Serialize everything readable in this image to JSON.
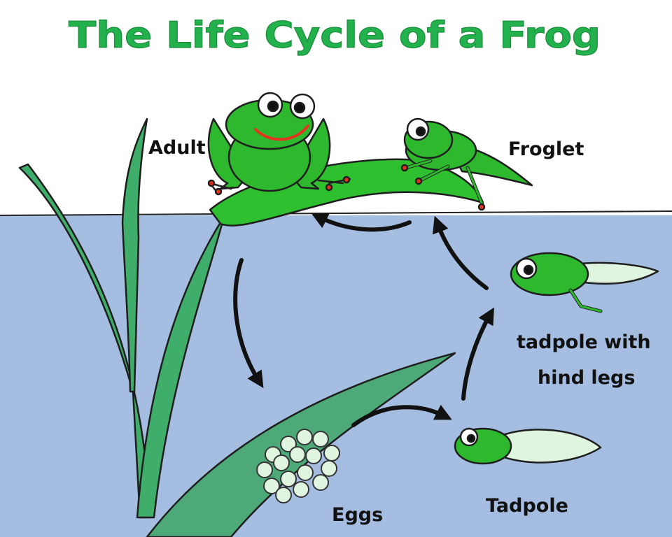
{
  "title": "The Life Cycle of a Frog",
  "stages": {
    "adult": "Adult",
    "froglet": "Froglet",
    "tadpole_legs_line1": "tadpole with",
    "tadpole_legs_line2": "hind legs",
    "tadpole": "Tadpole",
    "eggs": "Eggs"
  },
  "colors": {
    "title": "#22b14c",
    "water": "#a4bde0",
    "frog": "#2eb82e",
    "leaf": "#4daa78",
    "egg": "#e0f5e0",
    "mouth": "#e8321e"
  }
}
